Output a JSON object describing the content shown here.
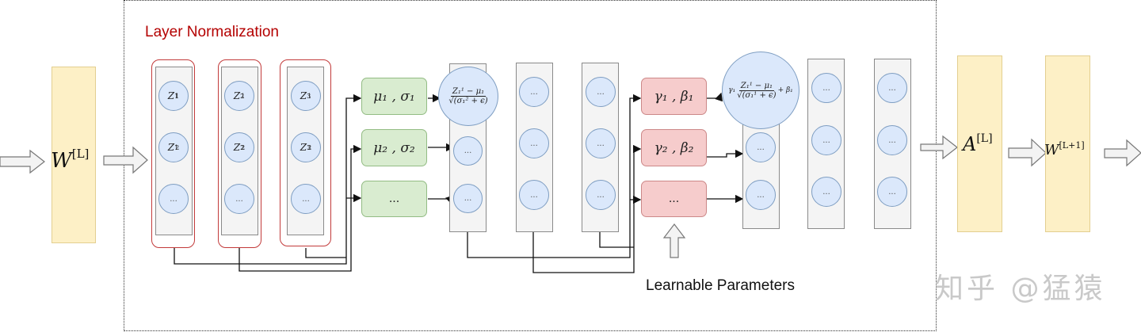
{
  "diagram": {
    "title": "Layer Normalization",
    "input_layer": {
      "label_base": "W",
      "label_sup": "[L]"
    },
    "output_activation": {
      "label_base": "A",
      "label_sup": "[L]"
    },
    "next_layer": {
      "label_base": "W",
      "label_sup": "[L+1]"
    },
    "input_columns": [
      {
        "nodes": [
          {
            "base": "Z",
            "sup": "1",
            "sub": "1"
          },
          {
            "base": "Z",
            "sup": "1",
            "sub": "2"
          },
          {
            "base": "...",
            "sup": "",
            "sub": ""
          }
        ]
      },
      {
        "nodes": [
          {
            "base": "Z",
            "sup": "2",
            "sub": "1"
          },
          {
            "base": "Z",
            "sup": "2",
            "sub": "2"
          },
          {
            "base": "...",
            "sup": "",
            "sub": ""
          }
        ]
      },
      {
        "nodes": [
          {
            "base": "Z",
            "sup": "3",
            "sub": "1"
          },
          {
            "base": "Z",
            "sup": "3",
            "sub": "2"
          },
          {
            "base": "...",
            "sup": "",
            "sub": ""
          }
        ]
      }
    ],
    "stats_boxes": [
      "μ₁ , σ₁",
      "μ₂ , σ₂",
      "..."
    ],
    "normalize_formula": {
      "numerator": "Z₁¹ − μ₁",
      "denominator": "√(σ₁² + ϵ)"
    },
    "affine_boxes": [
      "γ₁ , β₁",
      "γ₂ , β₂",
      "..."
    ],
    "affine_formula": {
      "prefix": "γ₁",
      "numerator": "Z₁¹ − μ₁",
      "denominator": "√(σ₁¹ + ϵ)",
      "suffix": "+ β₁"
    },
    "ellipsis": "...",
    "learnable_caption": "Learnable Parameters",
    "watermark": "知乎 @猛猿"
  }
}
